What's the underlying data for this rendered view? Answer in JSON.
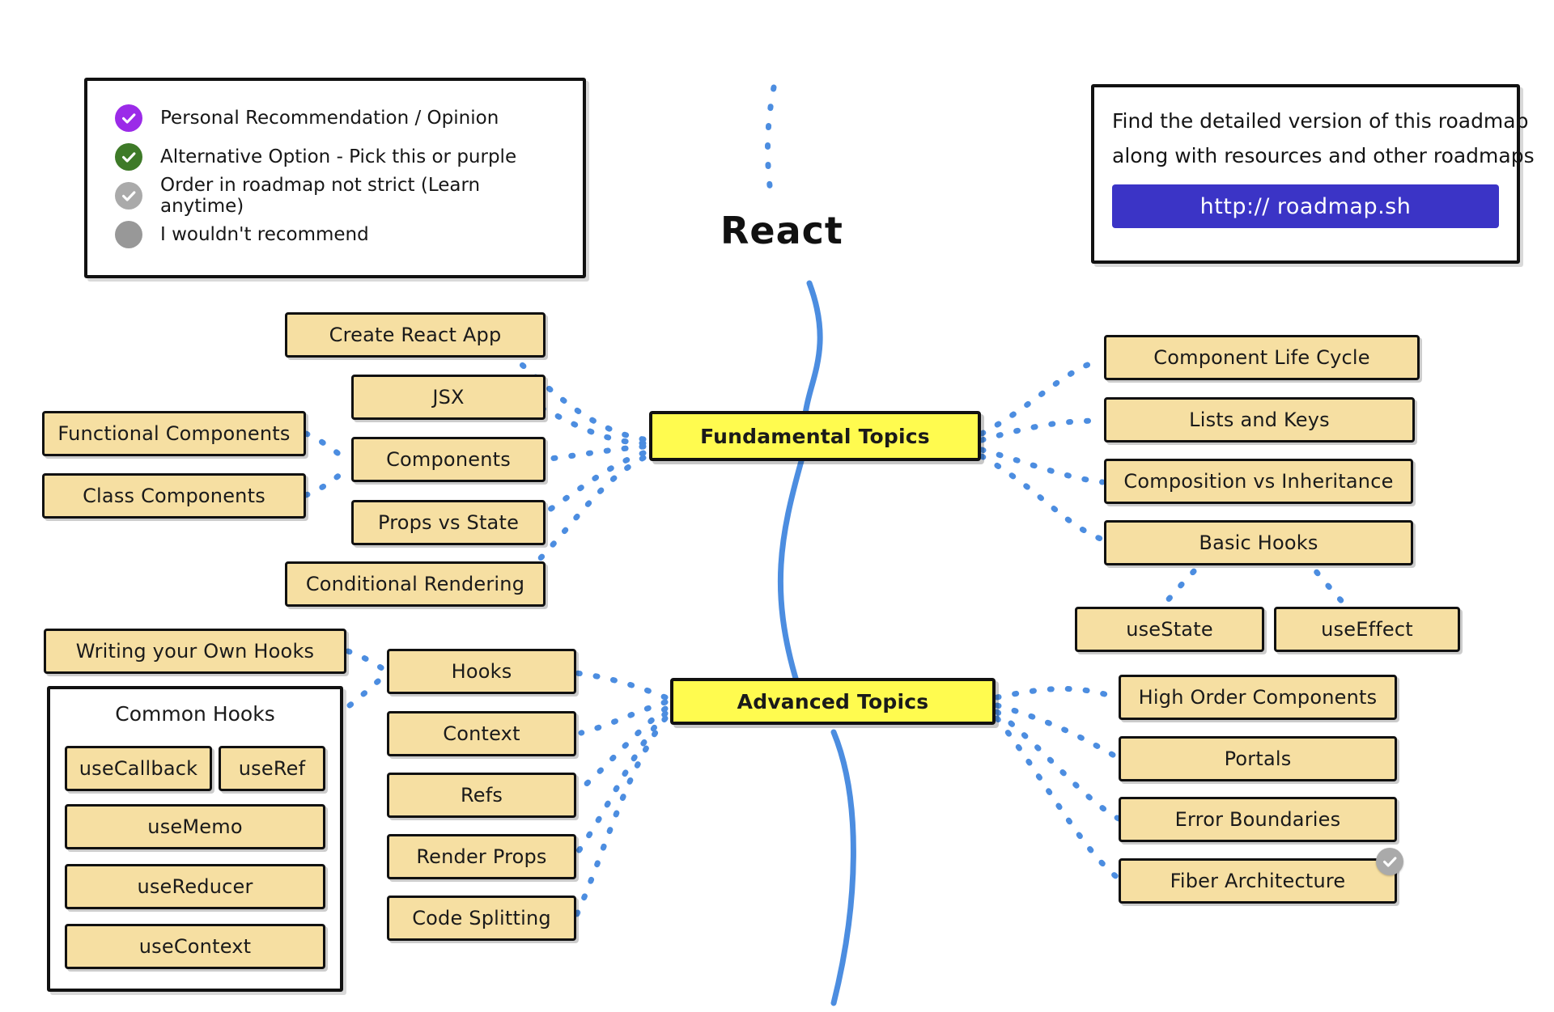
{
  "title": "React",
  "colors": {
    "node_fill": "#F6DFA2",
    "primary_fill": "#FFFB4F",
    "edge": "#4C8DE0",
    "spine": "#4C8DE0",
    "url_button": "#3B34C6",
    "badge_purple": "#9B2BE8",
    "badge_green": "#3E7A28",
    "badge_gray": "#AAAAAA",
    "outline": "#111111"
  },
  "legend": {
    "items": [
      {
        "icon": "check-circle-icon",
        "color": "#9B2BE8",
        "check": true,
        "label": "Personal Recommendation / Opinion"
      },
      {
        "icon": "check-circle-icon",
        "color": "#3E7A28",
        "check": true,
        "label": "Alternative Option - Pick this or purple"
      },
      {
        "icon": "check-circle-icon",
        "color": "#AAAAAA",
        "check": true,
        "label": "Order in roadmap not strict (Learn anytime)"
      },
      {
        "icon": "circle-icon",
        "color": "#989898",
        "check": false,
        "label": "I wouldn't recommend"
      }
    ]
  },
  "info_card": {
    "line1": "Find the detailed version of this roadmap",
    "line2": "along with resources and other roadmaps",
    "url_label": "http:// roadmap.sh"
  },
  "nodes": {
    "fundamental": "Fundamental Topics",
    "advanced": "Advanced Topics",
    "create_react_app": "Create React App",
    "jsx": "JSX",
    "components": "Components",
    "props_vs_state": "Props vs State",
    "conditional_rendering": "Conditional Rendering",
    "functional_components": "Functional Components",
    "class_components": "Class Components",
    "component_life_cycle": "Component Life Cycle",
    "lists_and_keys": "Lists and Keys",
    "composition_vs_inheritance": "Composition vs Inheritance",
    "basic_hooks": "Basic Hooks",
    "use_state": "useState",
    "use_effect": "useEffect",
    "writing_own_hooks": "Writing your Own Hooks",
    "common_hooks_title": "Common Hooks",
    "use_callback": "useCallback",
    "use_ref": "useRef",
    "use_memo": "useMemo",
    "use_reducer": "useReducer",
    "use_context": "useContext",
    "hooks": "Hooks",
    "context": "Context",
    "refs": "Refs",
    "render_props": "Render Props",
    "code_splitting": "Code Splitting",
    "high_order_components": "High Order Components",
    "portals": "Portals",
    "error_boundaries": "Error Boundaries",
    "fiber_architecture": "Fiber Architecture"
  }
}
